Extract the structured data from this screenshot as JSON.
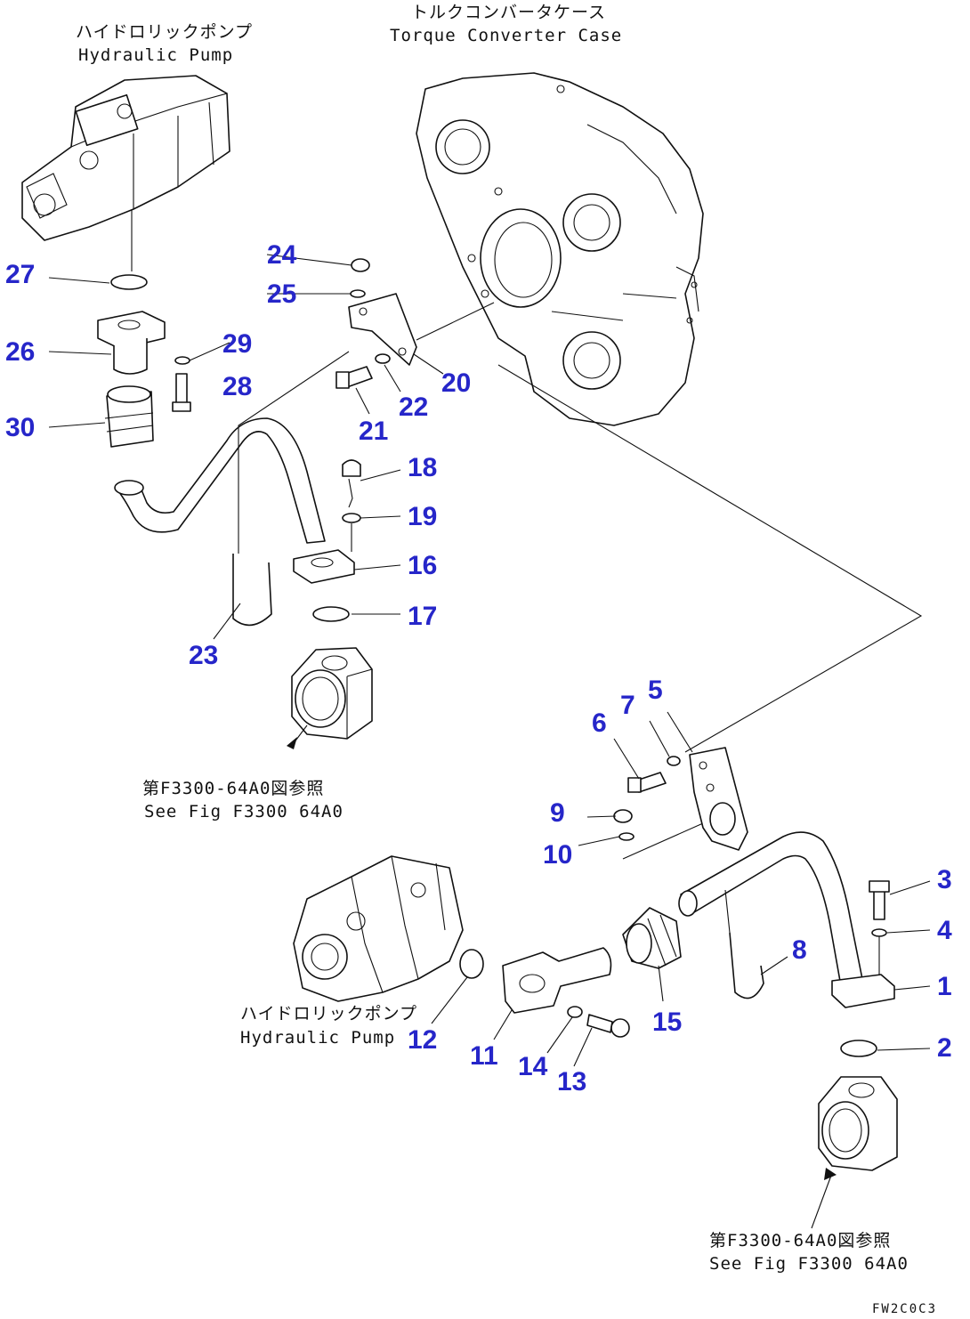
{
  "labels": {
    "pump_top_jp": "ハイドロリックポンプ",
    "pump_top_en": "Hydraulic Pump",
    "tc_case_jp": "トルクコンバータケース",
    "tc_case_en": "Torque Converter Case",
    "see_fig_mid_jp": "第F3300-64A0図参照",
    "see_fig_mid_en": "See Fig F3300 64A0",
    "pump_bottom_jp": "ハイドロリックポンプ",
    "pump_bottom_en": "Hydraulic Pump",
    "see_fig_bottom_jp": "第F3300-64A0図参照",
    "see_fig_bottom_en": "See Fig F3300 64A0",
    "drawing_code": "FW2C0C3"
  },
  "callouts": {
    "c1": "1",
    "c2": "2",
    "c3": "3",
    "c4": "4",
    "c5": "5",
    "c6": "6",
    "c7": "7",
    "c8": "8",
    "c9": "9",
    "c10": "10",
    "c11": "11",
    "c12": "12",
    "c13": "13",
    "c14": "14",
    "c15": "15",
    "c16": "16",
    "c17": "17",
    "c18": "18",
    "c19": "19",
    "c20": "20",
    "c21": "21",
    "c22": "22",
    "c23": "23",
    "c24": "24",
    "c25": "25",
    "c26": "26",
    "c27": "27",
    "c28": "28",
    "c29": "29",
    "c30": "30"
  },
  "colors": {
    "callout": "#2626c9",
    "line": "#111111"
  }
}
